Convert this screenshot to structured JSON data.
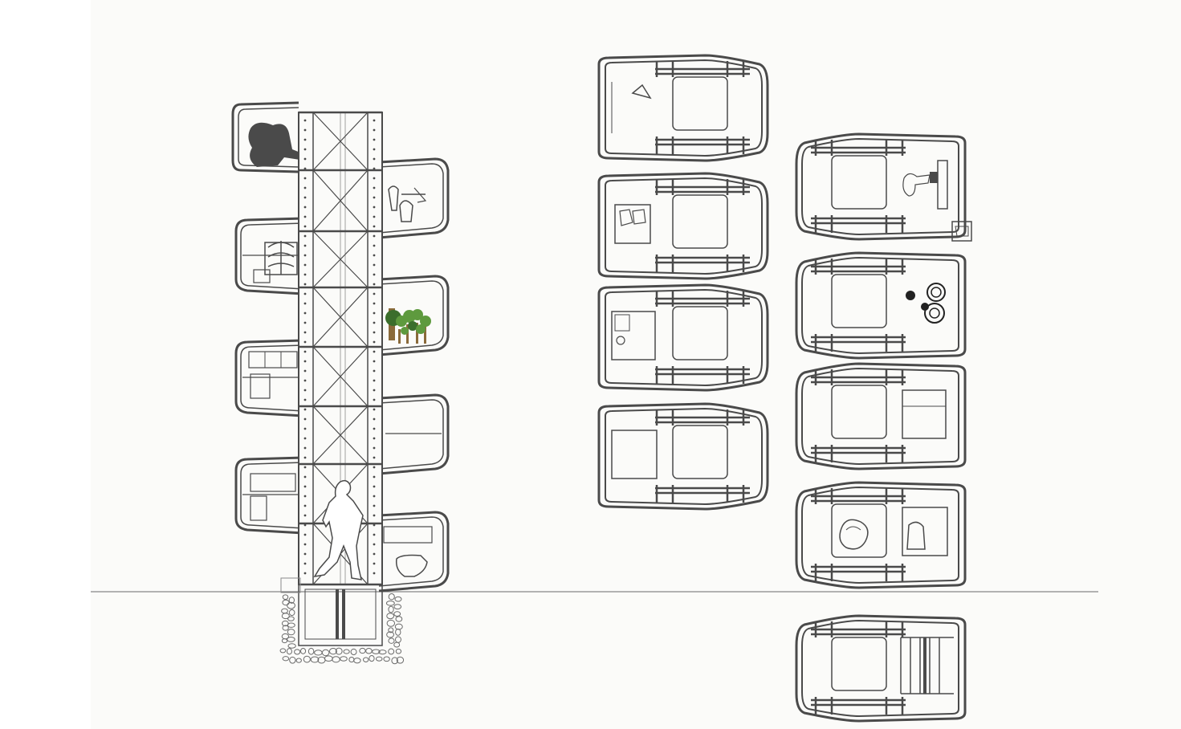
{
  "drawing": {
    "type": "architectural line drawing (no text labels)",
    "colors": {
      "paper": "#fbfbf9",
      "line": "#4a4a4a",
      "line_light": "#8a8a8a",
      "ground": "#6a6a6a",
      "foliage": "#5e9a3e",
      "foliage_dark": "#3b6e2c",
      "trunk": "#8a6a3a",
      "figure_fill": "#4a4a4a"
    },
    "section": {
      "name": "tower-section",
      "pods_left": [
        "lounge-pod",
        "workspace-pod",
        "kitchen-pod",
        "bath-pod"
      ],
      "pods_right": [
        "dining-pod",
        "garden-pod",
        "storage-pod",
        "toilet-pod"
      ],
      "core": "braced-steel-core",
      "foundation": "gravel-foundation",
      "figure": "walking-person-silhouette"
    },
    "plans_column_1": [
      "plan-tent",
      "plan-bed",
      "plan-bathroom",
      "plan-empty"
    ],
    "plans_column_2": [
      "plan-desk",
      "plan-garden",
      "plan-storage",
      "plan-bedroom",
      "plan-stairs"
    ]
  }
}
